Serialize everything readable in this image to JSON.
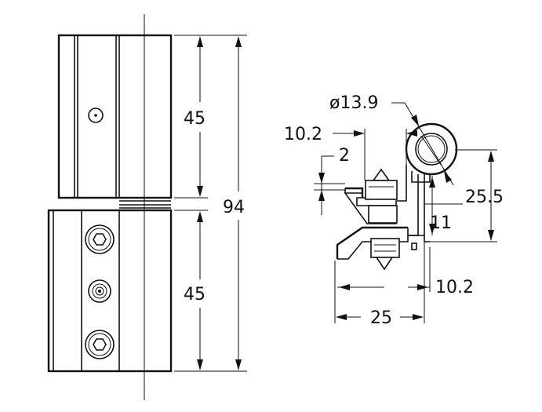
{
  "dimensions": {
    "total_height": "94",
    "upper_leaf": "45",
    "lower_leaf": "45",
    "pin_diameter": "ø13.9",
    "upper_offset": "10.2",
    "gap": "2",
    "knuckle_height": "25.5",
    "lower_step": "11",
    "lower_offset": "10.2",
    "base_width": "25"
  },
  "colors": {
    "line": "#111111",
    "background": "#ffffff"
  }
}
